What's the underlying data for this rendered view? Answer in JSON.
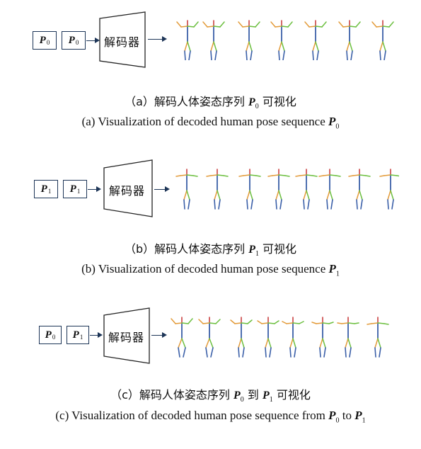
{
  "panels": [
    {
      "inputs": [
        {
          "symbol": "P",
          "sub": "0"
        },
        {
          "symbol": "P",
          "sub": "0"
        }
      ],
      "decoder_label": "解码器",
      "caption_cn": {
        "prefix": "（a）解码人体姿态序列 ",
        "p1": "P",
        "p1_sub": "0",
        "mid": "",
        "p2": "",
        "p2_sub": "",
        "suffix": " 可视化"
      },
      "caption_en": {
        "prefix": "(a) Visualization of decoded human pose sequence ",
        "p1": "P",
        "p1_sub": "0",
        "mid": "",
        "p2": "",
        "p2_sub": ""
      }
    },
    {
      "inputs": [
        {
          "symbol": "P",
          "sub": "1"
        },
        {
          "symbol": "P",
          "sub": "1"
        }
      ],
      "decoder_label": "解码器",
      "caption_cn": {
        "prefix": "（b）解码人体姿态序列 ",
        "p1": "P",
        "p1_sub": "1",
        "mid": "",
        "p2": "",
        "p2_sub": "",
        "suffix": " 可视化"
      },
      "caption_en": {
        "prefix": "(b) Visualization of decoded human pose sequence ",
        "p1": "P",
        "p1_sub": "1",
        "mid": "",
        "p2": "",
        "p2_sub": ""
      }
    },
    {
      "inputs": [
        {
          "symbol": "P",
          "sub": "0"
        },
        {
          "symbol": "P",
          "sub": "1"
        }
      ],
      "decoder_label": "解码器",
      "caption_cn": {
        "prefix": "（c）解码人体姿态序列 ",
        "p1": "P",
        "p1_sub": "0",
        "mid": " 到 ",
        "p2": "P",
        "p2_sub": "1",
        "suffix": " 可视化"
      },
      "caption_en": {
        "prefix": "(c) Visualization of decoded human pose sequence from ",
        "p1": "P",
        "p1_sub": "0",
        "mid": " to ",
        "p2": "P",
        "p2_sub": "1"
      }
    }
  ],
  "colors": {
    "box_border": "#1d3557",
    "arrow": "#1d3557",
    "limb_orange": "#e39b3a",
    "limb_green": "#6cbf3f",
    "limb_red": "#c94040",
    "limb_blue": "#4a6fb5",
    "spine_blue": "#3a5fa8"
  }
}
